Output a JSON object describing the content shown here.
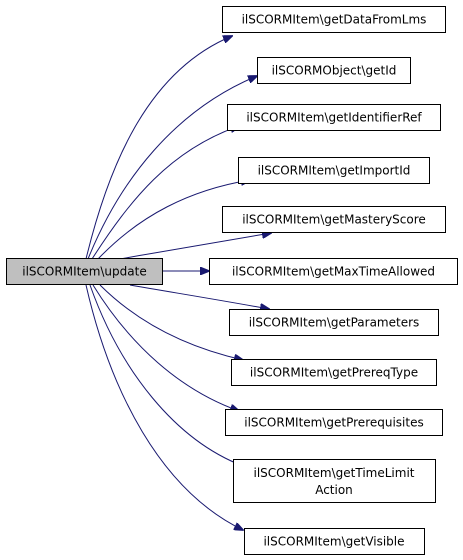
{
  "diagram": {
    "source": {
      "label": "ilSCORMItem\\update"
    },
    "targets": [
      {
        "label": "ilSCORMItem\\getDataFromLms"
      },
      {
        "label": "ilSCORMObject\\getId"
      },
      {
        "label": "ilSCORMItem\\getIdentifierRef"
      },
      {
        "label": "ilSCORMItem\\getImportId"
      },
      {
        "label": "ilSCORMItem\\getMasteryScore"
      },
      {
        "label": "ilSCORMItem\\getMaxTimeAllowed"
      },
      {
        "label": "ilSCORMItem\\getParameters"
      },
      {
        "label": "ilSCORMItem\\getPrereqType"
      },
      {
        "label": "ilSCORMItem\\getPrerequisites"
      },
      {
        "label_line1": "ilSCORMItem\\getTimeLimit",
        "label_line2": "Action"
      },
      {
        "label": "ilSCORMItem\\getVisible"
      }
    ],
    "colors": {
      "edge": "#191970",
      "source_fill": "#bfbfbf",
      "node_fill": "#ffffff",
      "node_border": "#000000"
    }
  }
}
